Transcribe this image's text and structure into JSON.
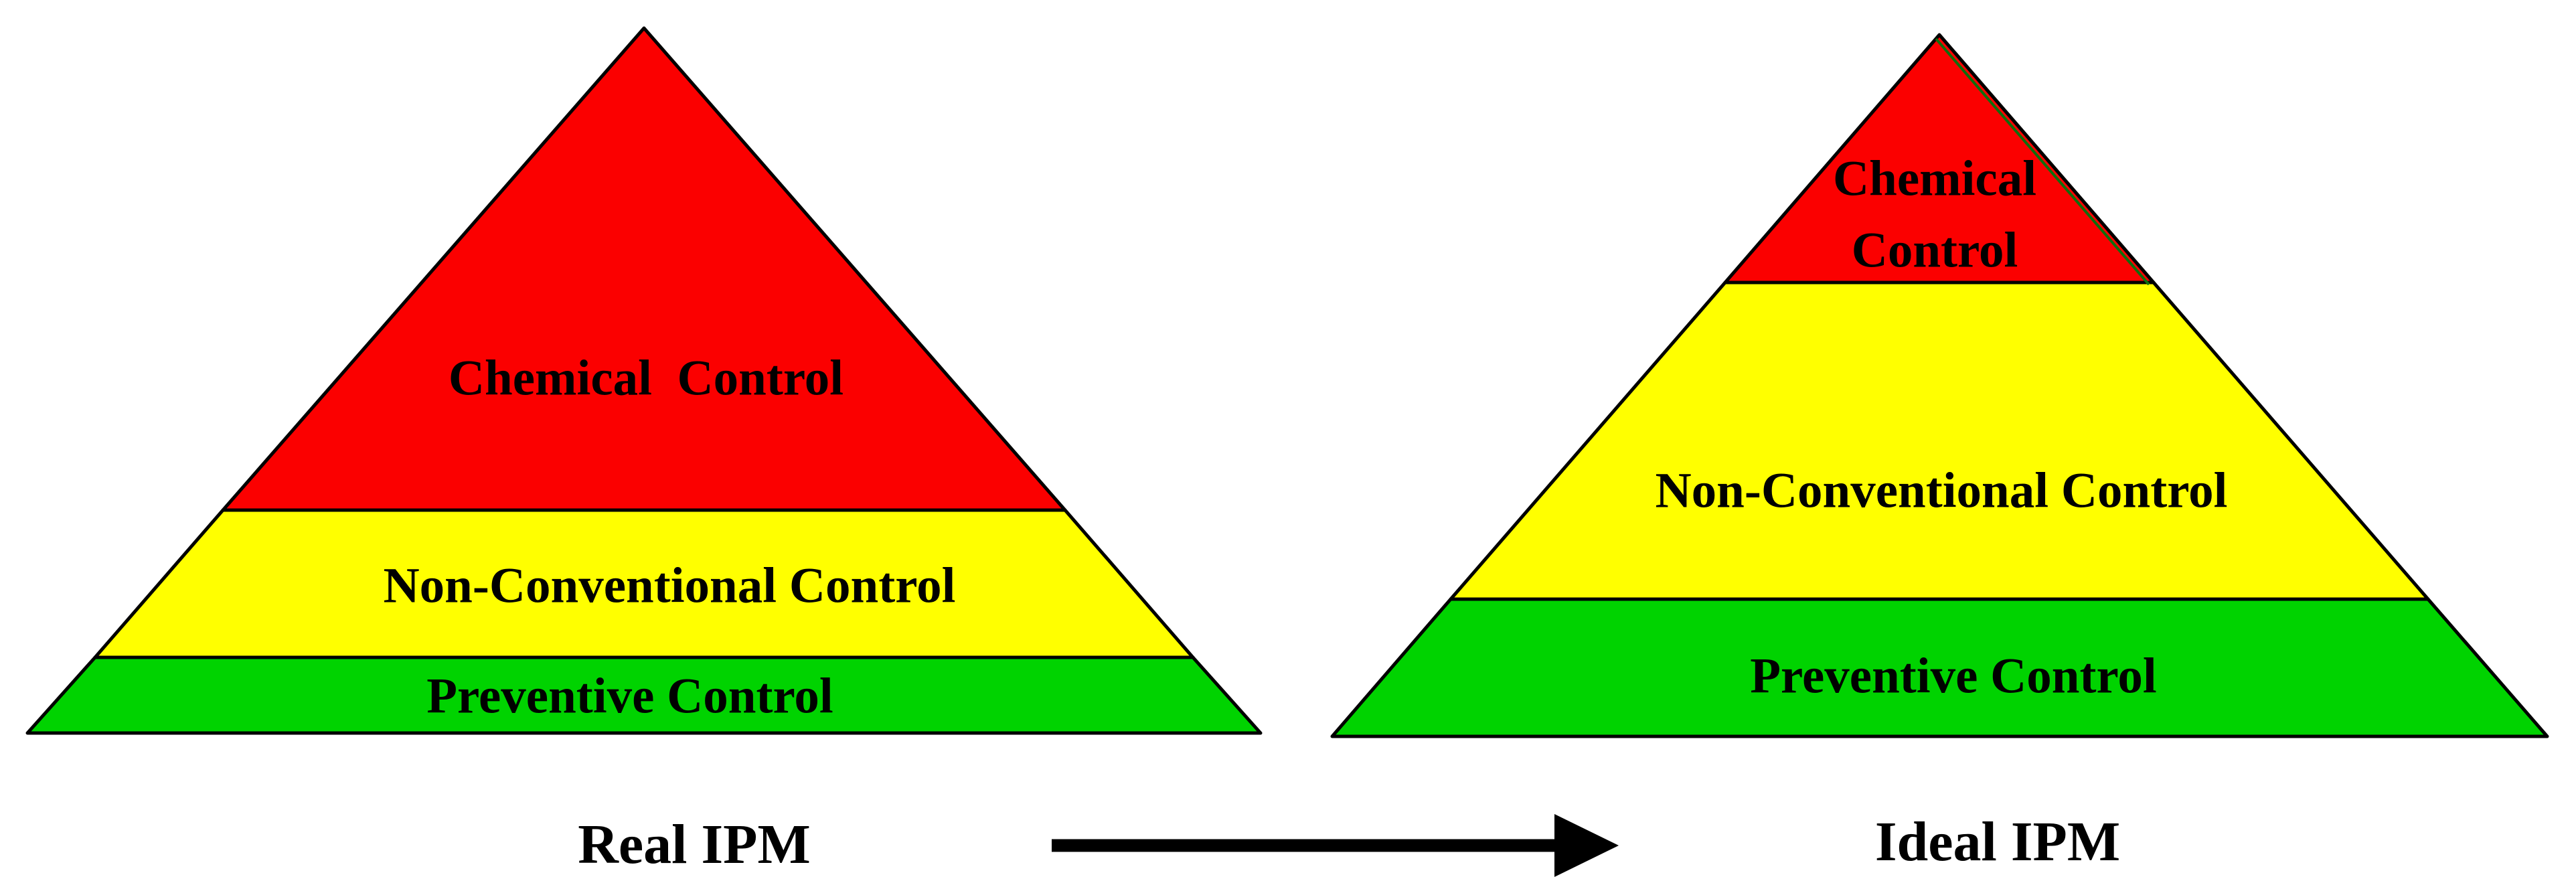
{
  "canvas": {
    "background": "#ffffff"
  },
  "colors": {
    "chemical": "#fb0000",
    "non_conventional": "#ffff00",
    "preventive": "#00d300",
    "outline": "#000000",
    "right_edge_accent": "#0e6e0e",
    "arrow": "#000000",
    "label_text": "#000000"
  },
  "left_pyramid": {
    "caption": "Real IPM",
    "levels": [
      {
        "id": "chemical",
        "label": "Chemical  Control"
      },
      {
        "id": "non_conventional",
        "label": "Non-Conventional Control"
      },
      {
        "id": "preventive",
        "label": "Preventive Control"
      }
    ]
  },
  "right_pyramid": {
    "caption": "Ideal IPM",
    "levels": [
      {
        "id": "chemical",
        "label": "Chemical Control",
        "lines": [
          "Chemical",
          "Control"
        ]
      },
      {
        "id": "non_conventional",
        "label": "Non-Conventional Control"
      },
      {
        "id": "preventive",
        "label": "Preventive Control"
      }
    ]
  },
  "arrow": {
    "direction": "right",
    "from": "Real IPM",
    "to": "Ideal IPM"
  }
}
